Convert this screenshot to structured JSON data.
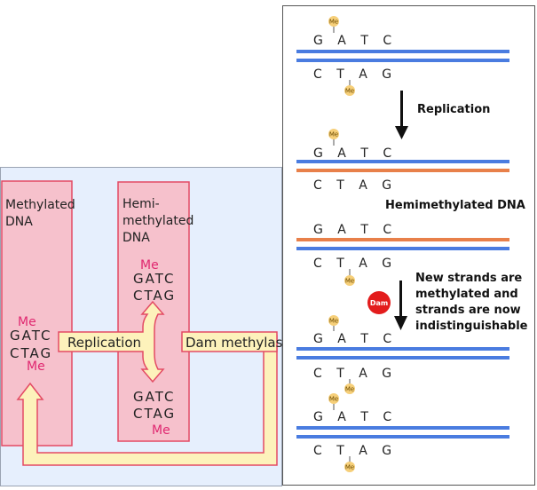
{
  "colors": {
    "panel_bg": "#e6effd",
    "box_fill": "#f6c1cc",
    "box_stroke": "#e34a64",
    "arrow_fill": "#fdf2bb",
    "arrow_stroke": "#e34a64",
    "me_pink": "#e02870",
    "strand_blue": "#4a7ce0",
    "strand_orange": "#e8804a",
    "me_badge": "#f6cf79",
    "dam_red": "#e31c1c"
  },
  "left": {
    "methylated_title": [
      "Methylated",
      "DNA"
    ],
    "hemi_title": [
      "Hemi-",
      "methylated",
      "DNA"
    ],
    "me": "Me",
    "seq_top": "GATC",
    "seq_bottom": "CTAG",
    "replication": "Replication",
    "dam_methylase": "Dam methylase"
  },
  "right": {
    "me": "Me",
    "seq_top": "G A T C",
    "seq_bottom": "C T A G",
    "replication": "Replication",
    "hemimethylated": "Hemimethylated DNA",
    "new_strands": [
      "New strands are",
      "methylated and",
      "strands are now",
      "indistinguishable"
    ],
    "dam": "Dam"
  }
}
